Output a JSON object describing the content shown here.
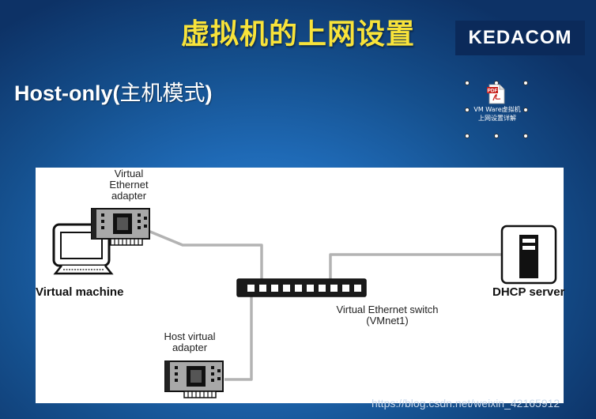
{
  "slide": {
    "title": "虚拟机的上网设置",
    "logo": "KEDACOM",
    "subtitle_en": "Host-only(",
    "subtitle_cn": "主机模式",
    "subtitle_end": ")",
    "attachment": {
      "icon": "pdf-icon",
      "icon_text": "PDF",
      "line1": "VM Ware虚拟机",
      "line2": "上网设置详解"
    },
    "watermark": "https://blog.csdn.net/weixin_42165912"
  },
  "diagram": {
    "virtual_adapter_label": [
      "Virtual",
      "Ethernet",
      "adapter"
    ],
    "virtual_machine_label": "Virtual machine",
    "switch_label": [
      "Virtual Ethernet switch",
      "(VMnet1)"
    ],
    "dhcp_label": "DHCP server",
    "host_adapter_label": [
      "Host virtual",
      "adapter"
    ],
    "colors": {
      "background": "#ffffff",
      "ink": "#222222",
      "cable": "#b3b3b3",
      "title": "#f8e33a"
    },
    "icons": [
      "computer-monitor-icon",
      "network-card-icon",
      "ethernet-switch-icon",
      "server-tower-icon"
    ]
  }
}
